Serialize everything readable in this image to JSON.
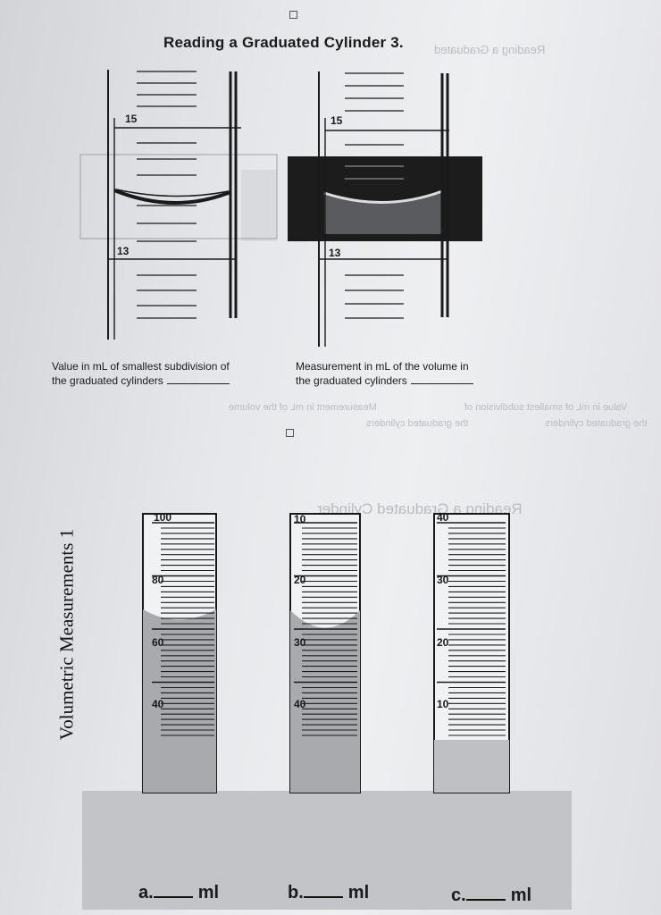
{
  "page": {
    "title": "Reading a Graduated Cylinder 3.",
    "bleed_title_right": "Reading a Graduated",
    "bleed_mid": "Measurement in mL of the volume",
    "bleed_mid2": "the graduated cylinders",
    "bleed_mid3": "Value in mL of smallest subdivision of",
    "bleed_mid4": "the graduated cylinders",
    "bleed_cyl": "Reading a Graduated Cylinder",
    "side_title": "Volumetric Measurements 1"
  },
  "top": {
    "left_cylinder": {
      "upper": "15",
      "lower": "13"
    },
    "right_cylinder": {
      "upper": "15",
      "lower": "13"
    },
    "label_left_line1": "Value in mL of smallest subdivision of",
    "label_left_line2": "the graduated cylinders",
    "label_right_line1": "Measurement in mL of the volume in",
    "label_right_line2": "the graduated cylinders"
  },
  "cylinders": [
    {
      "id": "a",
      "marks": [
        "100",
        "80",
        "60",
        "40"
      ],
      "answer_prefix": "a.",
      "answer_unit": "ml"
    },
    {
      "id": "b",
      "marks": [
        "10",
        "20",
        "30",
        "40"
      ],
      "answer_prefix": "b.",
      "answer_unit": "ml"
    },
    {
      "id": "c",
      "marks": [
        "40",
        "30",
        "20",
        "10"
      ],
      "answer_prefix": "c.",
      "answer_unit": "ml"
    }
  ],
  "colors": {
    "liquid": "#a9aaae",
    "ink": "#1a1a1a",
    "base": "#c3c4c8"
  }
}
